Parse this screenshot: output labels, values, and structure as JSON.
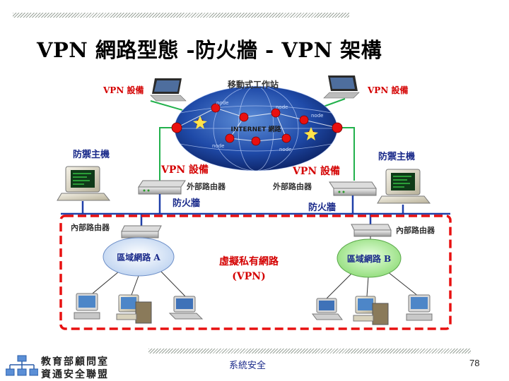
{
  "slide": {
    "title": "VPN 網路型態 -防火牆 - VPN 架構",
    "footer_center": "系統安全",
    "page_number": "78"
  },
  "org": {
    "line1": "教育部顧問室",
    "line2": "資通安全聯盟"
  },
  "diagram": {
    "mobile_station": "移動式工作站",
    "internet": "INTERNET 網路",
    "vpn_device": "VPN 設備",
    "firewall_host": "防禦主機",
    "external_router": "外部路由器",
    "internal_router": "內部路由器",
    "firewall": "防火牆",
    "lan_a": "區域網路 A",
    "lan_b": "區域網路 B",
    "virtual_private_network": "虛擬私有網路",
    "vpn_abbr": "(VPN)",
    "node_label": "node"
  },
  "colors": {
    "accent_red": "#d40000",
    "link_green": "#22b14c",
    "label_blue": "#1a2a8a"
  }
}
